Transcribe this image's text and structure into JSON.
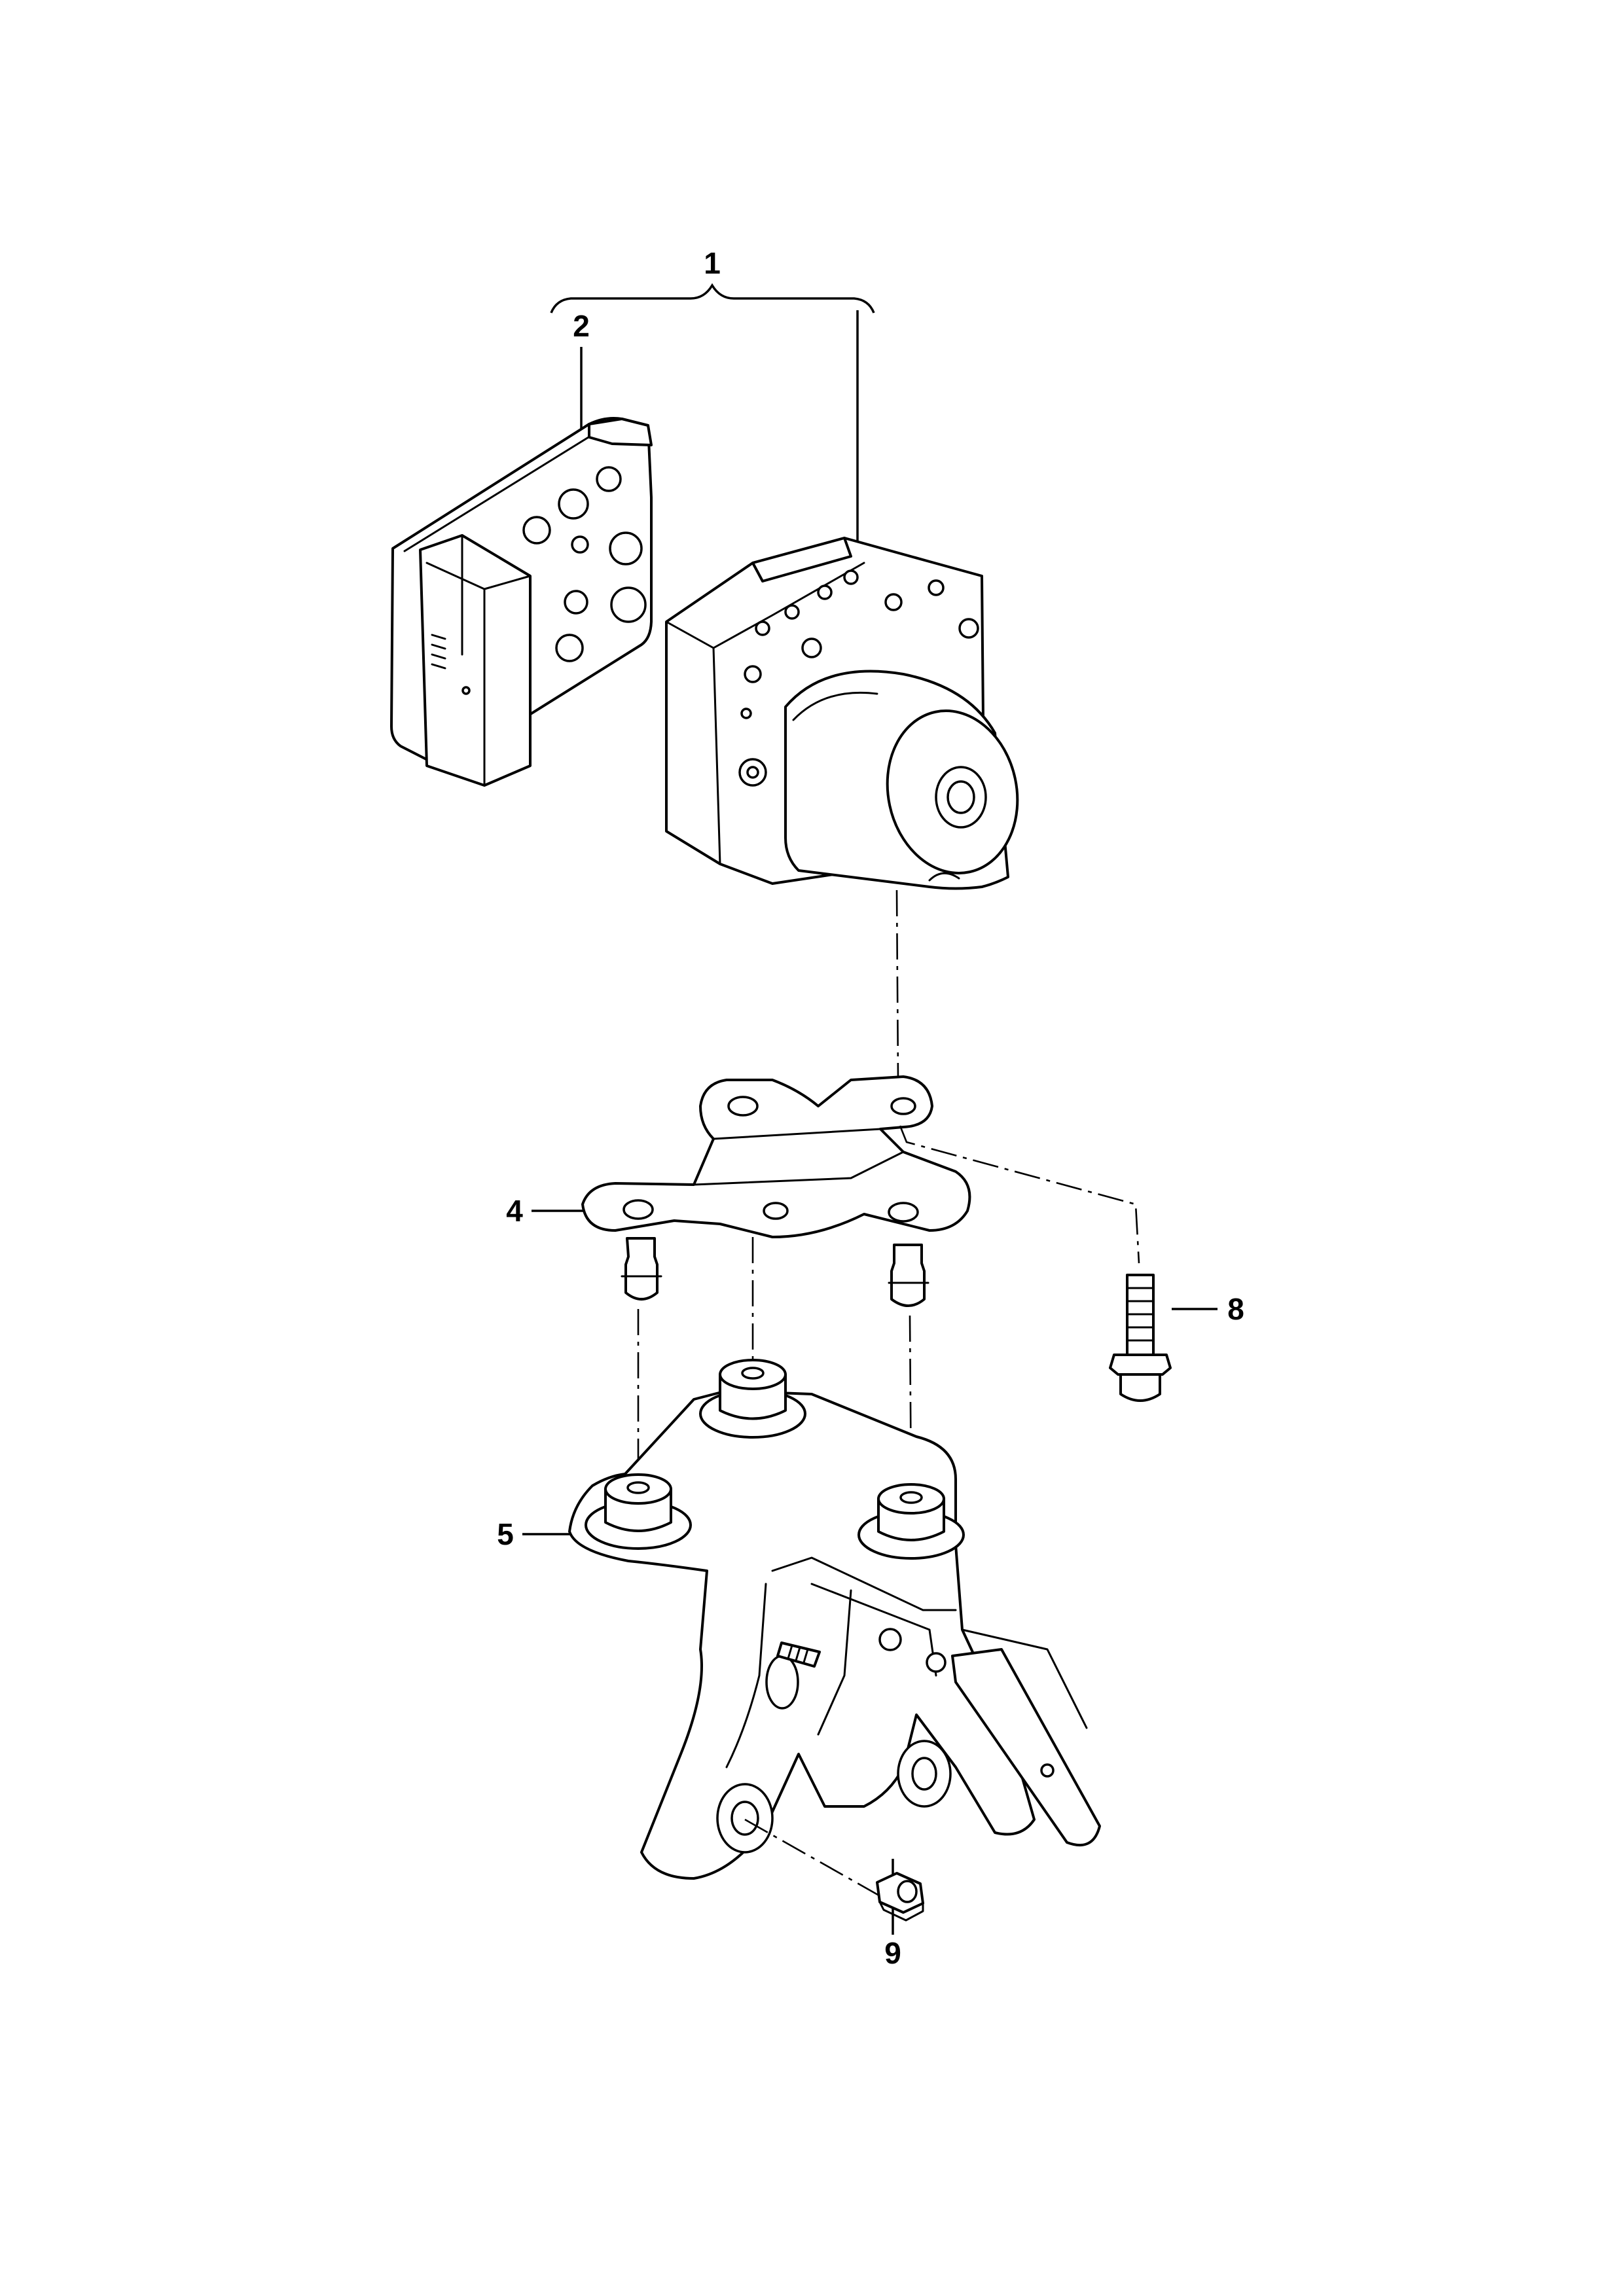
{
  "callouts": {
    "c1": "1",
    "c2": "2",
    "c4": "4",
    "c5": "5",
    "c8": "8",
    "c9": "9"
  },
  "colors": {
    "line": "#000000",
    "background": "#ffffff"
  }
}
